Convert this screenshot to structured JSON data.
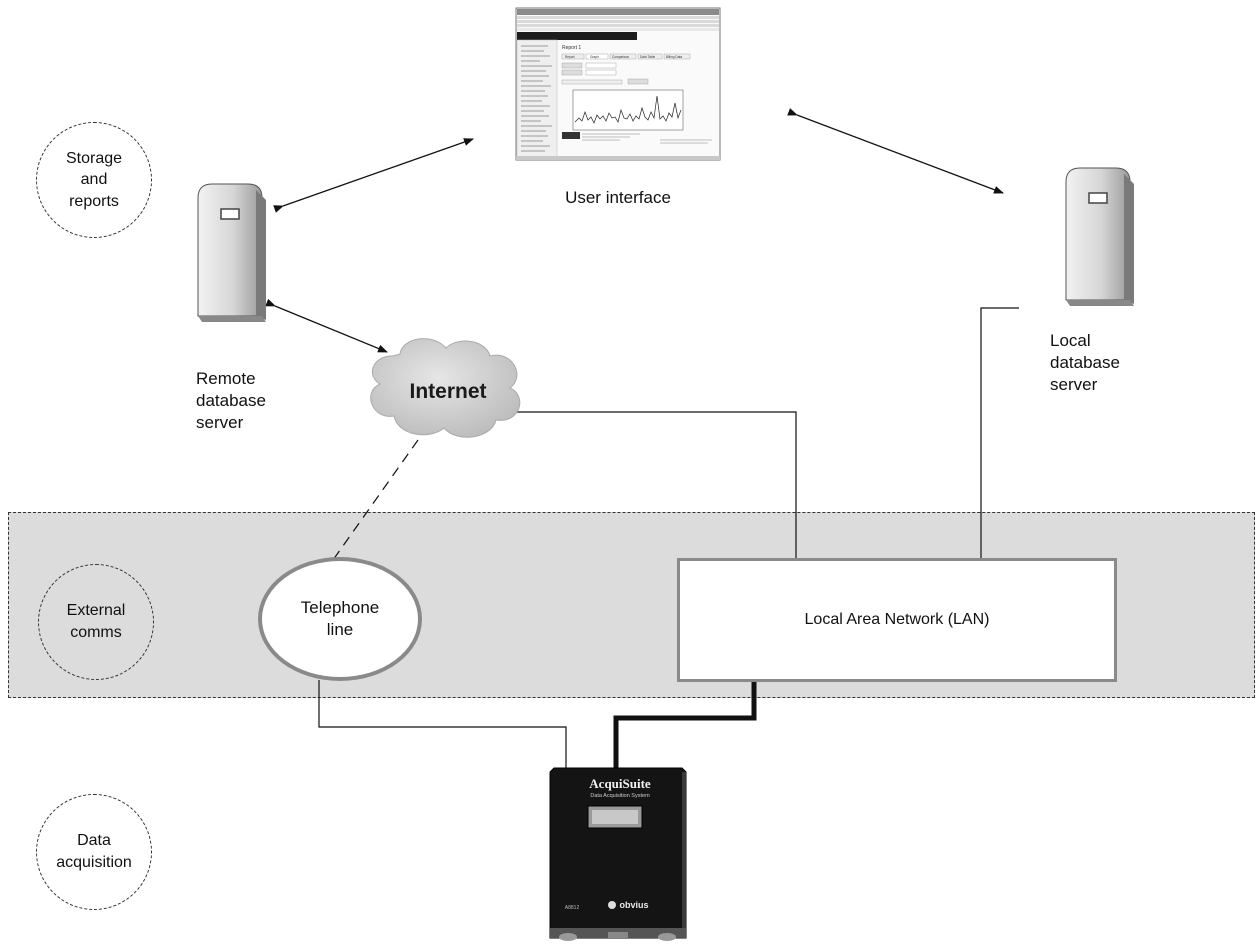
{
  "zones": {
    "storage": [
      "Storage",
      "and",
      "reports"
    ],
    "external": [
      "External",
      "comms"
    ],
    "acquisition": [
      "Data",
      "acquisition"
    ]
  },
  "user_interface": {
    "label": "User interface",
    "window_title": "Report 1",
    "tabs": [
      "Report",
      "Graph",
      "Comparison",
      "Data Table",
      "Billing Data"
    ]
  },
  "remote_server": {
    "label": [
      "Remote",
      "database",
      "server"
    ]
  },
  "local_server": {
    "label": [
      "Local",
      "database",
      "server"
    ]
  },
  "internet": {
    "label": "Internet"
  },
  "telephone": {
    "label": [
      "Telephone",
      "line"
    ]
  },
  "lan": {
    "label": "Local Area Network (LAN)"
  },
  "device": {
    "name": "AcquiSuite",
    "subtitle": "Data Acquisition System",
    "brand": "obvius",
    "model": "A8812"
  },
  "colors": {
    "band": "#dcdcdc",
    "device": "#141414",
    "cloud": "#cfcfcf",
    "outline": "#8a8a8a"
  }
}
